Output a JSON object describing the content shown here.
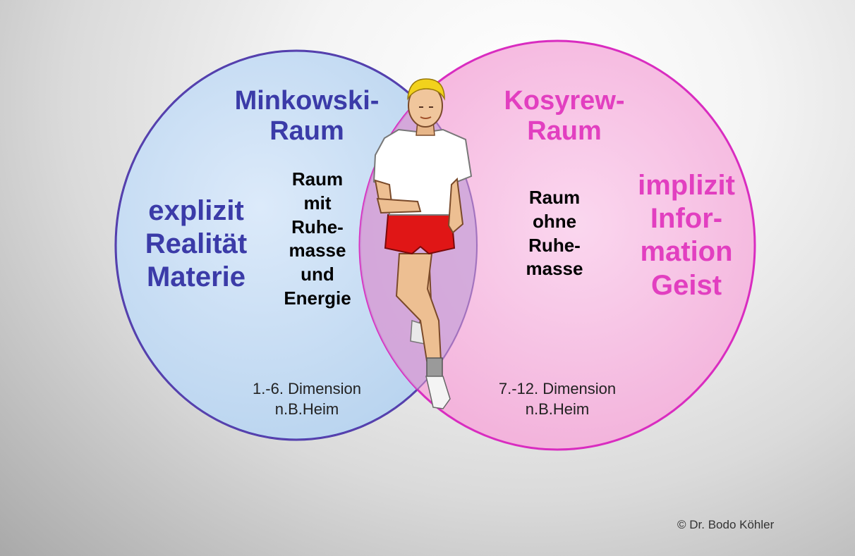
{
  "left_circle": {
    "title": "Minkowski-\nRaum",
    "concepts": "explizit\nRealität\nMaterie",
    "inner": "Raum\nmit\nRuhe-\nmasse\nund\nEnergie",
    "dimension": "1.-6. Dimension\nn.B.Heim",
    "color": "#3b3ba8",
    "fill": "#c7dff4"
  },
  "right_circle": {
    "title": "Kosyrew-\nRaum",
    "concepts": "implizit\nInfor-\nmation\nGeist",
    "inner": "Raum\nohne\nRuhe-\nmasse",
    "dimension": "7.-12. Dimension\nn.B.Heim",
    "color": "#e23fc0",
    "fill": "#f7bde3"
  },
  "figure": "runner",
  "copyright": "© Dr. Bodo Köhler"
}
